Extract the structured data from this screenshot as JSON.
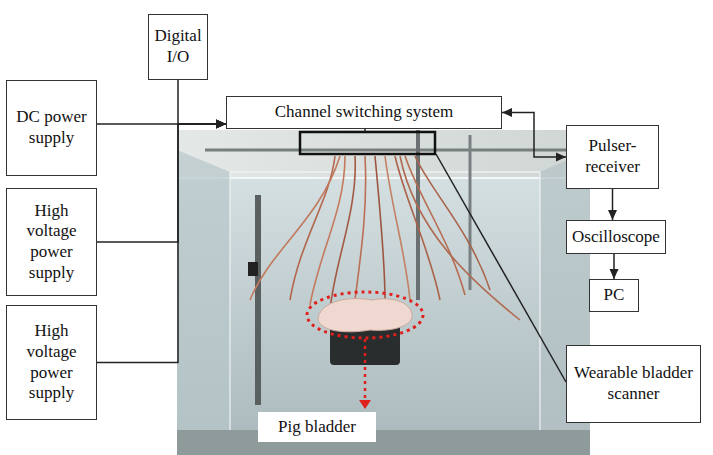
{
  "diagram": {
    "nodes": [
      {
        "text": [
          "Digital I/O"
        ]
      },
      {
        "text": [
          "DC power supply"
        ]
      },
      {
        "text": [
          "Channel switching system"
        ]
      },
      {
        "text": [
          "High voltage power supply"
        ]
      },
      {
        "text": [
          "Pulser-receiver"
        ]
      },
      {
        "text": [
          "Oscilloscope"
        ]
      },
      {
        "text": [
          "PC"
        ]
      },
      {
        "text": [
          "High voltage power supply"
        ]
      },
      {
        "text": [
          "Wearable bladder scanner"
        ]
      }
    ],
    "edges": [
      {
        "from": 0,
        "to": 2,
        "arrow": "to"
      },
      {
        "from": 1,
        "to": 2,
        "arrow": "to"
      },
      {
        "from": 3,
        "to": 2,
        "arrow": "to"
      },
      {
        "from": 7,
        "to": 2,
        "arrow": "to"
      },
      {
        "from": 2,
        "to": 4,
        "arrow": "both"
      },
      {
        "from": 4,
        "to": 5,
        "arrow": "to"
      },
      {
        "from": 5,
        "to": 6,
        "arrow": "to"
      }
    ],
    "labels": [
      "Pig bladder"
    ]
  }
}
